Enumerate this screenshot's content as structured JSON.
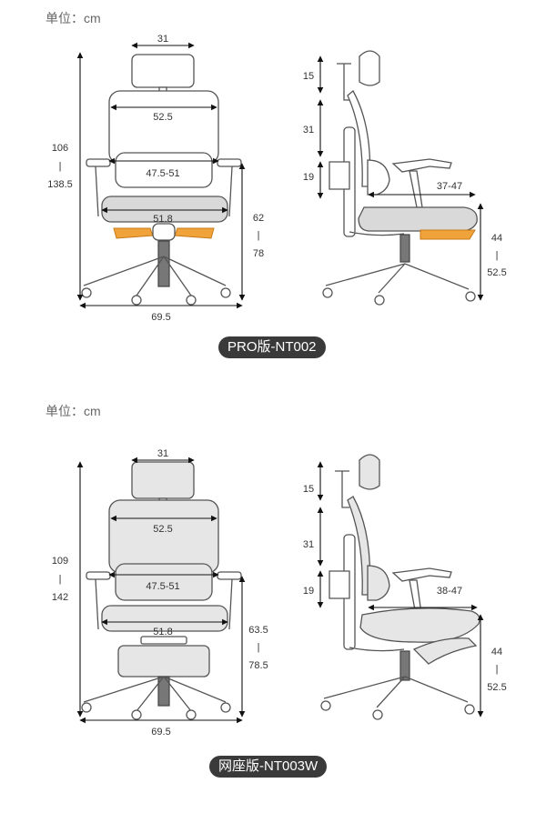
{
  "sections": [
    {
      "unit_label": "单位：cm",
      "front": {
        "headrest_width": "31",
        "back_width": "52.5",
        "armrest_width": "47.5-51",
        "seat_width": "51.8",
        "height_min": "106",
        "height_sep": "|",
        "height_max": "138.5",
        "arm_height_min": "62",
        "arm_height_sep": "|",
        "arm_height_max": "78",
        "base_width": "69.5"
      },
      "side": {
        "headrest_adjust": "15",
        "back_height": "31",
        "lumbar": "19",
        "seat_depth": "37-47",
        "seat_height_min": "44",
        "seat_height_sep": "|",
        "seat_height_max": "52.5"
      },
      "model_badge": "PRO版-NT002",
      "highlight_color": "#f0a33a"
    },
    {
      "unit_label": "单位：cm",
      "front": {
        "headrest_width": "31",
        "back_width": "52.5",
        "armrest_width": "47.5-51",
        "seat_width": "51.8",
        "height_min": "109",
        "height_sep": "|",
        "height_max": "142",
        "arm_height_min": "63.5",
        "arm_height_sep": "|",
        "arm_height_max": "78.5",
        "base_width": "69.5"
      },
      "side": {
        "headrest_adjust": "15",
        "back_height": "31",
        "lumbar": "19",
        "seat_depth": "38-47",
        "seat_height_min": "44",
        "seat_height_sep": "|",
        "seat_height_max": "52.5"
      },
      "model_badge": "网座版-NT003W"
    }
  ]
}
